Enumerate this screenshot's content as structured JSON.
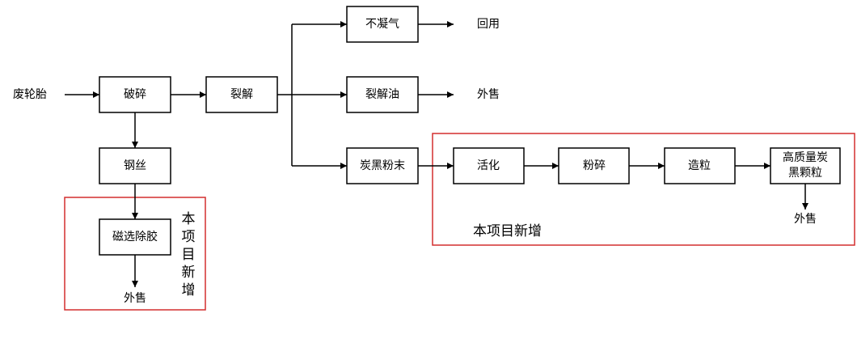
{
  "diagram": {
    "input": "废轮胎",
    "nodes": {
      "crushing": "破碎",
      "pyrolysis": "裂解",
      "steel_wire": "钢丝",
      "magnetic_separation": "磁选除胶",
      "noncondensable_gas": "不凝气",
      "pyrolysis_oil": "裂解油",
      "carbon_black_powder": "炭黑粉末",
      "activation": "活化",
      "grinding": "粉碎",
      "granulation": "造粒",
      "hq_carbon_black_line1": "高质量炭",
      "hq_carbon_black_line2": "黑颗粒"
    },
    "outputs": {
      "gas_output": "回用",
      "oil_output": "外售",
      "steel_output": "外售",
      "granule_output": "外售"
    },
    "new_section_labels": {
      "left_vertical": [
        "本",
        "项",
        "目",
        "新",
        "增"
      ],
      "right": "本项目新增"
    },
    "colors": {
      "line": "#000000",
      "new_section_border": "#d32f2f"
    }
  }
}
